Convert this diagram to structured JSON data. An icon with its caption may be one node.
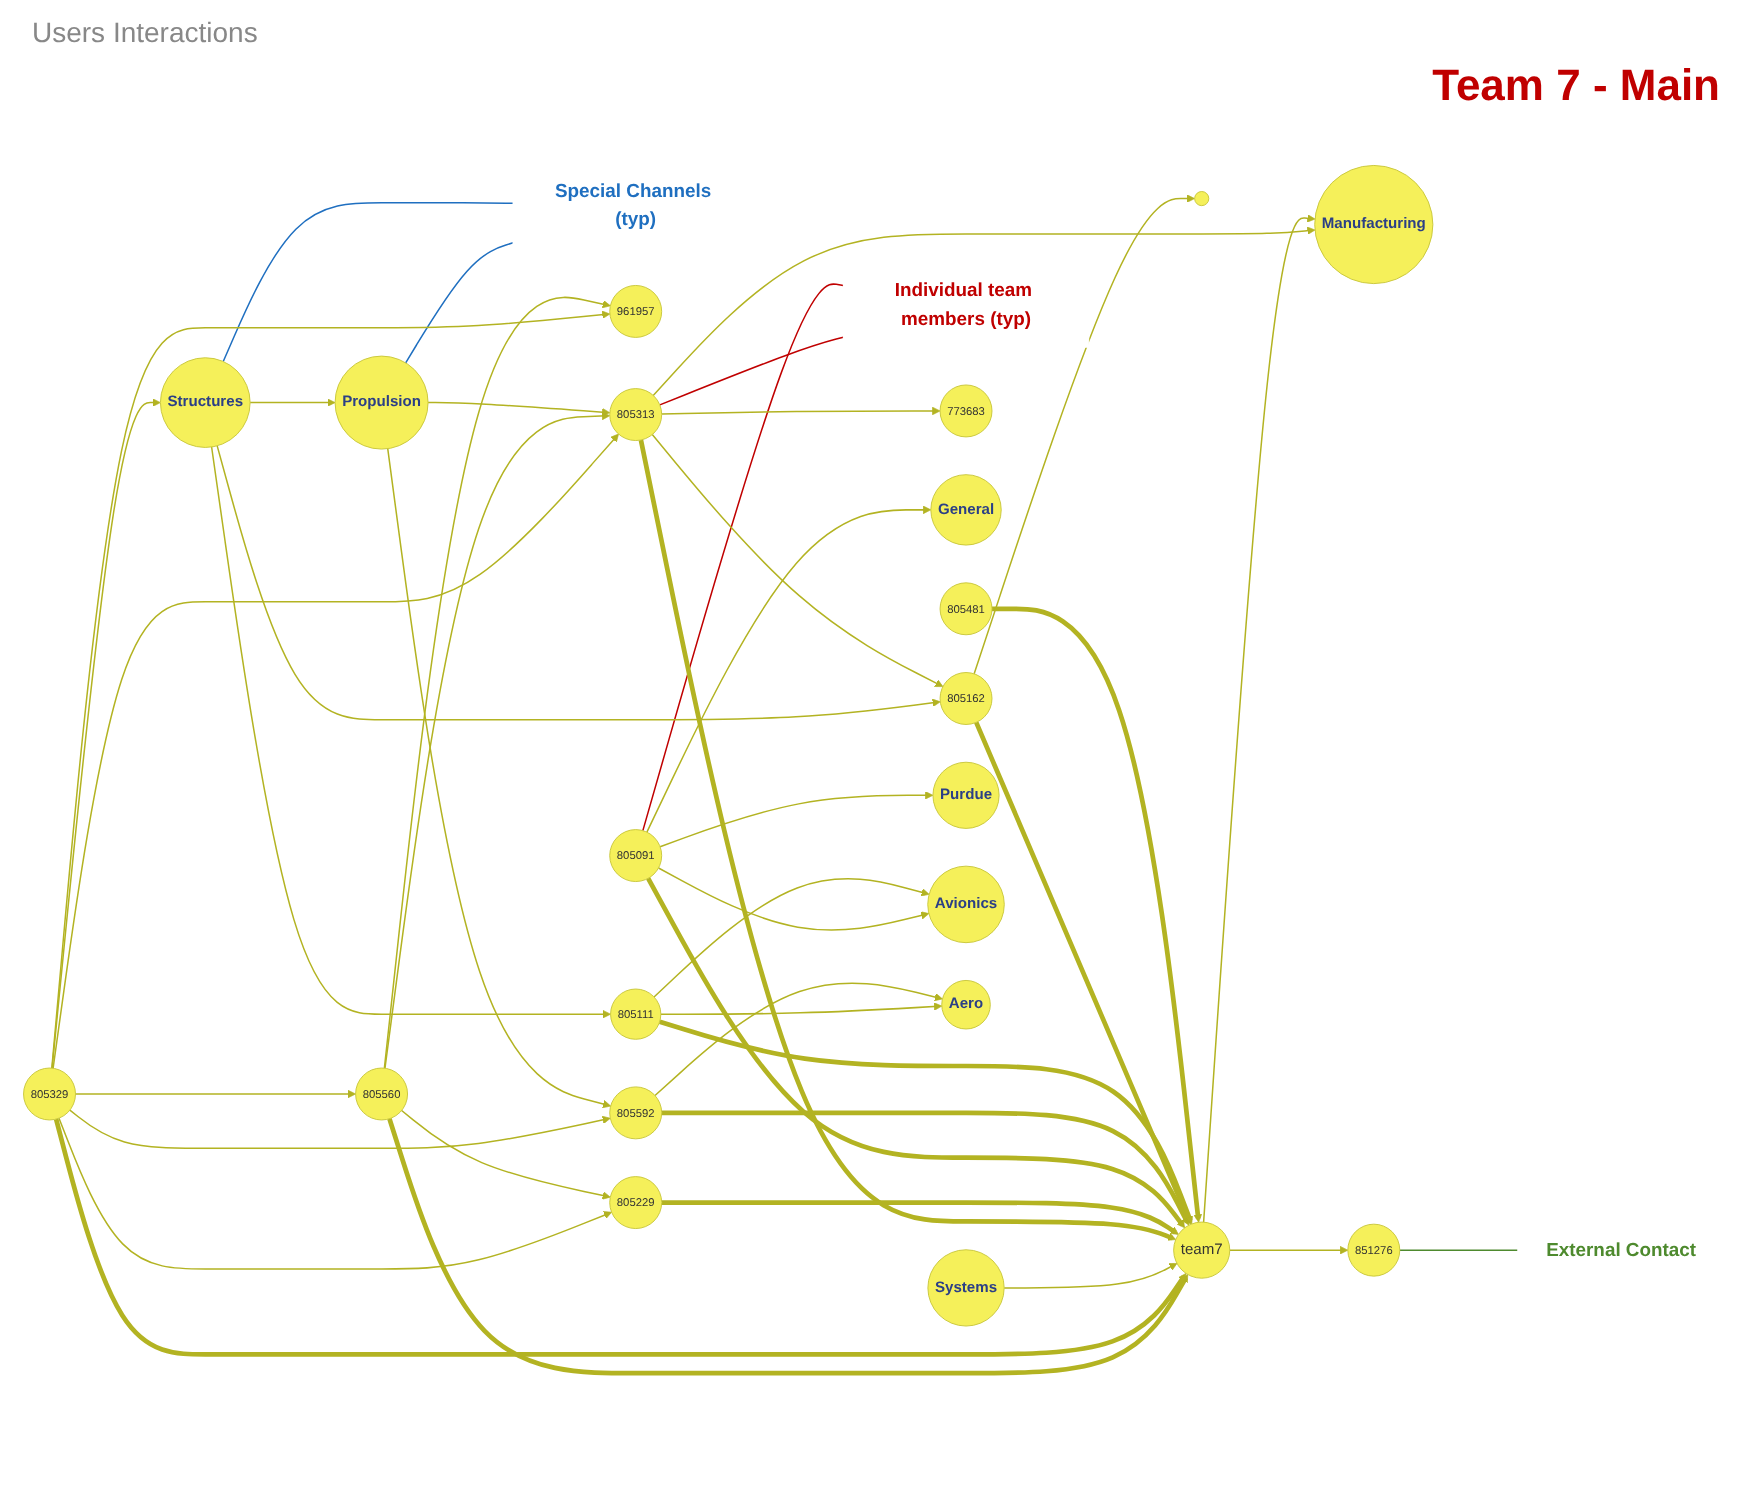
{
  "diagram": {
    "title": "Users Interactions",
    "nodes": [
      {
        "text": [
          "Special Channels (typ)"
        ]
      },
      {
        "text": [
          "Systems"
        ]
      },
      {
        "text": [],
        "shape": "circle"
      },
      {
        "text": [
          "961957"
        ]
      },
      {
        "text": [
          "Propulsion"
        ]
      },
      {
        "text": [
          "Structures"
        ]
      },
      {
        "text": [
          "805329"
        ]
      },
      {
        "text": [
          "805560"
        ]
      },
      {
        "text": [
          "Individual team members (typ)"
        ]
      },
      {
        "text": [
          "805229"
        ]
      },
      {
        "text": [
          "805313"
        ]
      },
      {
        "text": [
          "Manufacturing"
        ]
      },
      {
        "text": [
          "773683"
        ]
      },
      {
        "text": [
          "805091"
        ]
      },
      {
        "text": [
          "team7"
        ]
      },
      {
        "text": [
          "805592"
        ]
      },
      {
        "text": [
          "General"
        ]
      },
      {
        "text": [
          "805162"
        ]
      },
      {
        "text": [
          "805481"
        ]
      },
      {
        "text": [
          "851276"
        ]
      },
      {
        "text": [
          "805111"
        ]
      },
      {
        "text": [
          "Purdue"
        ]
      },
      {
        "text": [
          "Avionics"
        ]
      },
      {
        "text": [
          "Aero"
        ]
      },
      {
        "text": [
          "External Contact"
        ]
      }
    ],
    "edges": [
      {
        "from": 0,
        "to": 4,
        "arrow": "none",
        "color": "#1f6fc0"
      },
      {
        "from": 0,
        "to": 5,
        "arrow": "none",
        "color": "#1f6fc0"
      },
      {
        "from": 8,
        "to": 10,
        "arrow": "none",
        "color": "#c00000"
      },
      {
        "from": 8,
        "to": 13,
        "arrow": "none",
        "color": "#c00000"
      },
      {
        "from": 24,
        "to": 19,
        "arrow": "none",
        "color": "#4e8a2e"
      },
      {
        "from": 5,
        "to": 4,
        "arrow": "to"
      },
      {
        "from": 6,
        "to": 5,
        "arrow": "to"
      },
      {
        "from": 6,
        "to": 7,
        "arrow": "to"
      },
      {
        "from": 7,
        "to": 14,
        "arrow": "to",
        "style": "thick"
      },
      {
        "from": 6,
        "to": 14,
        "arrow": "to",
        "style": "thick"
      },
      {
        "from": 6,
        "to": 10,
        "arrow": "to"
      },
      {
        "from": 6,
        "to": 15,
        "arrow": "to"
      },
      {
        "from": 6,
        "to": 9,
        "arrow": "to"
      },
      {
        "from": 7,
        "to": 9,
        "arrow": "to"
      },
      {
        "from": 7,
        "to": 10,
        "arrow": "to"
      },
      {
        "from": 6,
        "to": 3,
        "arrow": "to"
      },
      {
        "from": 7,
        "to": 3,
        "arrow": "to"
      },
      {
        "from": 1,
        "to": 14,
        "arrow": "to"
      },
      {
        "from": 4,
        "to": 10,
        "arrow": "to"
      },
      {
        "from": 4,
        "to": 15,
        "arrow": "to"
      },
      {
        "from": 5,
        "to": 17,
        "arrow": "to"
      },
      {
        "from": 5,
        "to": 20,
        "arrow": "to"
      },
      {
        "from": 10,
        "to": 14,
        "arrow": "to",
        "style": "thick"
      },
      {
        "from": 9,
        "to": 14,
        "arrow": "to",
        "style": "thick"
      },
      {
        "from": 13,
        "to": 14,
        "arrow": "to",
        "style": "thick"
      },
      {
        "from": 15,
        "to": 14,
        "arrow": "to",
        "style": "thick"
      },
      {
        "from": 17,
        "to": 14,
        "arrow": "to",
        "style": "thick"
      },
      {
        "from": 20,
        "to": 14,
        "arrow": "to",
        "style": "thick"
      },
      {
        "from": 18,
        "to": 14,
        "arrow": "to",
        "style": "thick"
      },
      {
        "from": 10,
        "to": 11,
        "arrow": "to"
      },
      {
        "from": 14,
        "to": 11,
        "arrow": "to"
      },
      {
        "from": 10,
        "to": 12,
        "arrow": "to"
      },
      {
        "from": 10,
        "to": 17,
        "arrow": "to"
      },
      {
        "from": 13,
        "to": 16,
        "arrow": "to"
      },
      {
        "from": 13,
        "to": 21,
        "arrow": "to"
      },
      {
        "from": 13,
        "to": 22,
        "arrow": "to"
      },
      {
        "from": 20,
        "to": 22,
        "arrow": "to"
      },
      {
        "from": 20,
        "to": 23,
        "arrow": "to"
      },
      {
        "from": 15,
        "to": 23,
        "arrow": "to"
      },
      {
        "from": 14,
        "to": 19,
        "arrow": "to"
      },
      {
        "from": 17,
        "to": 2,
        "arrow": "to"
      }
    ],
    "labels": [
      "Team 7 - Main"
    ]
  }
}
